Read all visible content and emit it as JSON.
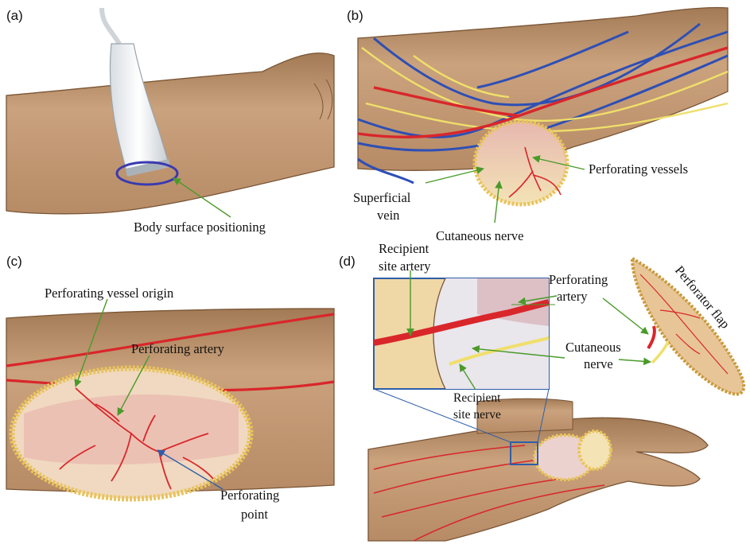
{
  "colors": {
    "skin": "#c9a27e",
    "skin_dark": "#b48863",
    "artery": "#d9262b",
    "vein": "#2e4fb5",
    "nerve": "#f0df6a",
    "flap_border": "#e9c45a",
    "flap_fill": "#eecfc7",
    "pointer": "#4a9a2a",
    "inset_border": "#2f5ea8",
    "circle": "#3a3ab0"
  },
  "panels": {
    "a": {
      "letter": "(a)",
      "labels": {
        "body_surface": "Body surface positioning"
      }
    },
    "b": {
      "letter": "(b)",
      "labels": {
        "perforating_vessels": "Perforating vessels",
        "superficial_vein_1": "Superficial",
        "superficial_vein_2": "vein",
        "cutaneous_nerve": "Cutaneous nerve"
      }
    },
    "c": {
      "letter": "(c)",
      "labels": {
        "vessel_origin": "Perforating vessel origin",
        "perforating_artery": "Perforating artery",
        "perforating_point_1": "Perforating",
        "perforating_point_2": "point"
      }
    },
    "d": {
      "letter": "(d)",
      "labels": {
        "recipient_artery_1": "Recipient",
        "recipient_artery_2": "site artery",
        "perforating_artery_1": "Perforating",
        "perforating_artery_2": "artery",
        "perforator_flap": "Perforator flap",
        "cutaneous_nerve_1": "Cutaneous",
        "cutaneous_nerve_2": "nerve",
        "recipient_nerve_1": "Recipient",
        "recipient_nerve_2": "site nerve"
      }
    }
  }
}
